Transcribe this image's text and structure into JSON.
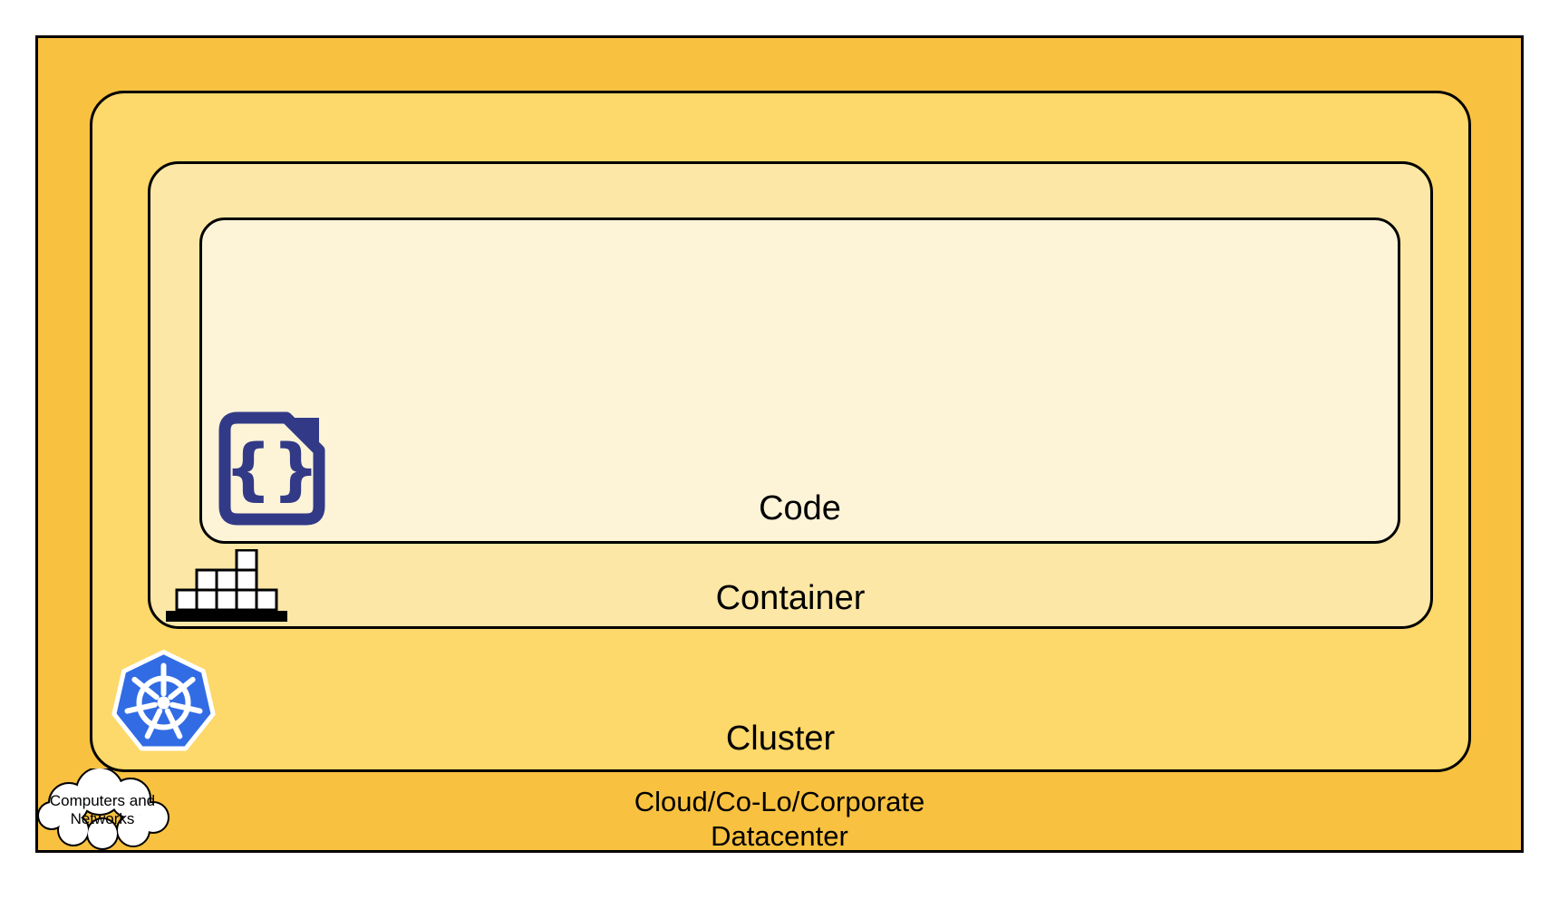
{
  "labels": {
    "code": "Code",
    "container": "Container",
    "cluster": "Cluster",
    "cloud_line1": "Cloud/Co-Lo/Corporate",
    "cloud_line2": "Datacenter"
  },
  "cloud_callout": {
    "line1": "Computers and",
    "line2": "Networks"
  },
  "icons": {
    "code": "code-file-icon",
    "code_glyph": "{}",
    "container": "container-blocks-icon",
    "cluster": "kubernetes-helm-icon",
    "cloud": "computers-networks-cloud-icon"
  },
  "colors": {
    "background": "#FFFFFF",
    "border": "#000000",
    "cloud_box_fill": "#F8C140",
    "cluster_box_fill": "#FDD86A",
    "container_box_fill": "#FCE7A6",
    "code_box_fill": "#FDF4D8",
    "code_icon": "#323A87",
    "kubernetes_blue": "#326CE5",
    "icon_white": "#FFFFFF"
  }
}
